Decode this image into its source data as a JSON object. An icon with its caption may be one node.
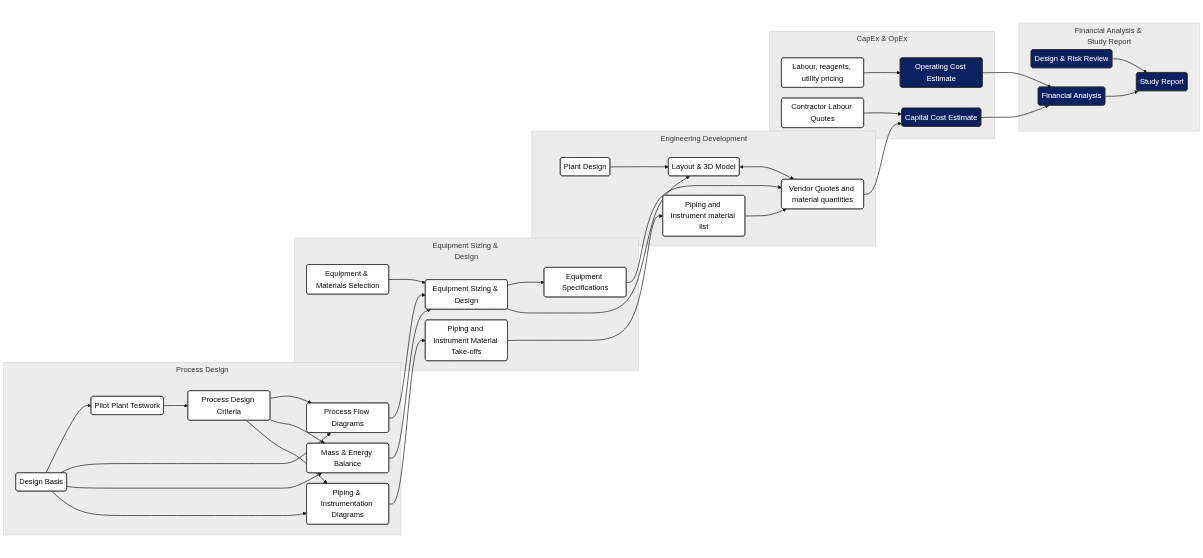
{
  "diagram": {
    "nodes": [
      {
        "text": [
          "Process Design"
        ]
      },
      {
        "text": [
          "Design Basis"
        ],
        "in": 0
      },
      {
        "text": [
          "Process Flow Diagrams"
        ],
        "in": 0
      },
      {
        "text": [
          "Pilot Plant Testwork"
        ],
        "in": 0
      },
      {
        "text": [
          "Mass & Energy Balance"
        ],
        "in": 0
      },
      {
        "text": [
          "Process Design Criteria"
        ],
        "in": 0
      },
      {
        "text": [
          "Piping & Instrumentation Diagrams"
        ],
        "in": 0
      },
      {
        "text": [
          "Equipment Sizing & Design"
        ]
      },
      {
        "text": [
          "Equipment & Materials Selection"
        ],
        "in": 7
      },
      {
        "text": [
          "Equipment Sizing & Design"
        ],
        "in": 7
      },
      {
        "text": [
          "Equipment Specifications"
        ],
        "in": 7
      },
      {
        "text": [
          "Piping and Instrument Material Take-offs"
        ],
        "in": 7
      },
      {
        "text": [
          "Engineering Development"
        ]
      },
      {
        "text": [
          "Plant Design"
        ],
        "in": 12
      },
      {
        "text": [
          "Layout & 3D Model"
        ],
        "in": 12
      },
      {
        "text": [
          "Vendor Quotes and material quantities"
        ],
        "in": 12
      },
      {
        "text": [
          "Piping and Instrument material list"
        ],
        "in": 12
      },
      {
        "text": [
          "CapEx & OpEx"
        ]
      },
      {
        "text": [
          "Labour, reagents, utility pricing"
        ],
        "in": 17
      },
      {
        "text": [
          "Operating Cost Estimate"
        ],
        "in": 17
      },
      {
        "text": [
          "Capital Cost Estimate"
        ],
        "in": 17
      },
      {
        "text": [
          "Contractor Labour Quotes"
        ],
        "in": 17
      },
      {
        "text": [
          "Financial Analysis & Study Report"
        ]
      },
      {
        "text": [
          "Design & Risk Review"
        ],
        "in": 22
      },
      {
        "text": [
          "Study Report"
        ],
        "in": 22
      },
      {
        "text": [
          "Financial Analysis"
        ],
        "in": 22
      }
    ],
    "edges": [
      {
        "from": 1,
        "to": 3,
        "arrow": "to"
      },
      {
        "from": 3,
        "to": 5,
        "arrow": "to"
      },
      {
        "from": 1,
        "to": 2,
        "arrow": "to"
      },
      {
        "from": 1,
        "to": 4,
        "arrow": "to"
      },
      {
        "from": 1,
        "to": 6,
        "arrow": "to"
      },
      {
        "from": 5,
        "to": 2,
        "arrow": "to"
      },
      {
        "from": 5,
        "to": 4,
        "arrow": "to"
      },
      {
        "from": 5,
        "to": 6,
        "arrow": "to"
      },
      {
        "from": 2,
        "to": 9,
        "arrow": "to"
      },
      {
        "from": 4,
        "to": 9,
        "arrow": "to"
      },
      {
        "from": 8,
        "to": 9,
        "arrow": "to"
      },
      {
        "from": 9,
        "to": 10,
        "arrow": "to"
      },
      {
        "from": 9,
        "to": 14,
        "arrow": "to"
      },
      {
        "from": 13,
        "to": 14,
        "arrow": "to"
      },
      {
        "from": 14,
        "to": 15,
        "arrow": "both"
      },
      {
        "from": 10,
        "to": 15,
        "arrow": "to"
      },
      {
        "from": 6,
        "to": 11,
        "arrow": "to"
      },
      {
        "from": 11,
        "to": 16,
        "arrow": "to"
      },
      {
        "from": 16,
        "to": 15,
        "arrow": "to"
      },
      {
        "from": 15,
        "to": 20,
        "arrow": "to"
      },
      {
        "from": 18,
        "to": 19,
        "arrow": "to"
      },
      {
        "from": 21,
        "to": 20,
        "arrow": "to"
      },
      {
        "from": 19,
        "to": 25,
        "arrow": "to"
      },
      {
        "from": 20,
        "to": 25,
        "arrow": "to"
      },
      {
        "from": 25,
        "to": 24,
        "arrow": "to"
      },
      {
        "from": 23,
        "to": 24,
        "arrow": "to"
      }
    ]
  }
}
